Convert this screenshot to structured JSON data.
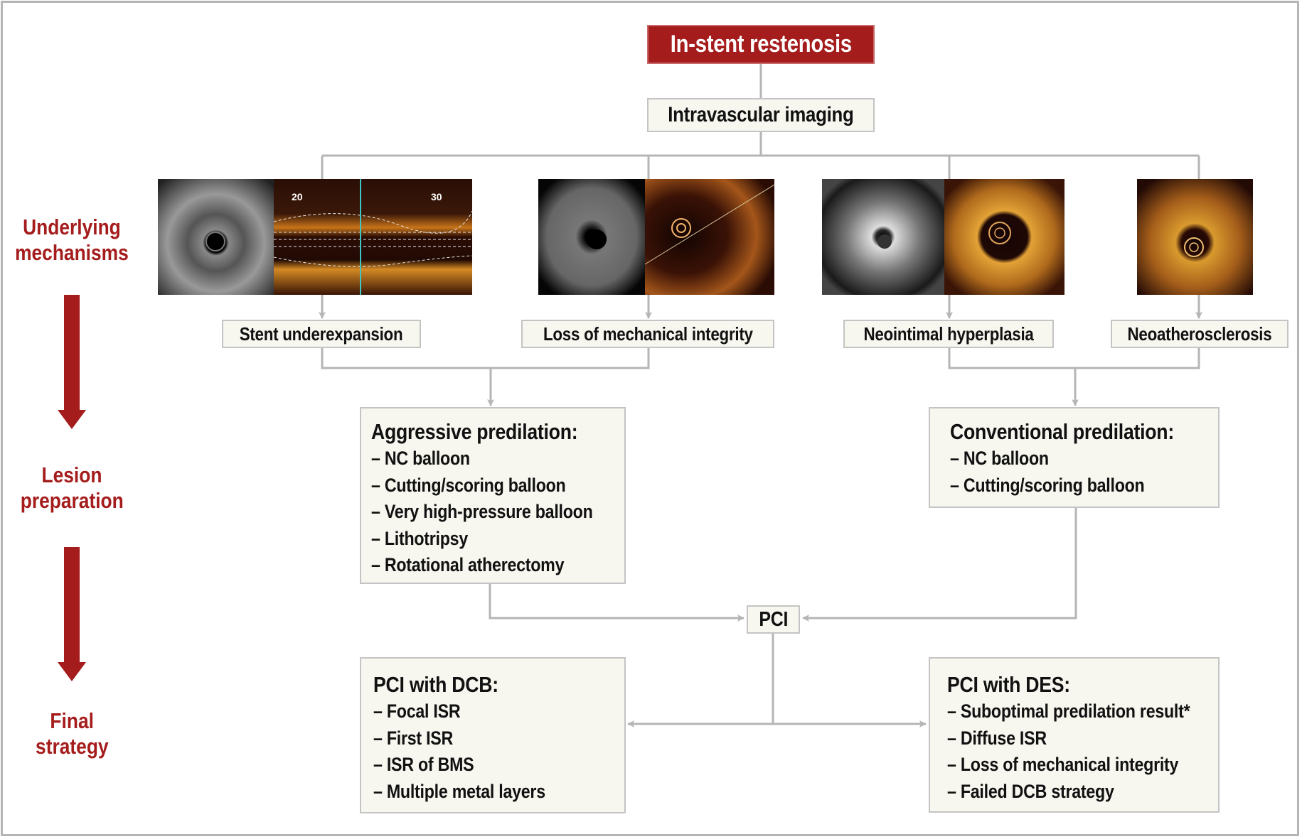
{
  "title": "In-stent restenosis",
  "imaging_step": "Intravascular imaging",
  "stages": [
    "Underlying mechanisms",
    "Lesion preparation",
    "Final strategy"
  ],
  "stage_lines": [
    [
      "Underlying",
      "mechanisms"
    ],
    [
      "Lesion",
      "preparation"
    ],
    [
      "Final",
      "strategy"
    ]
  ],
  "mechanisms": [
    {
      "label": "Stent underexpansion",
      "images": [
        "IVUS cross-section",
        "OCT longitudinal view"
      ],
      "scale_ticks": [
        "20",
        "30"
      ]
    },
    {
      "label": "Loss of mechanical integrity",
      "images": [
        "IVUS cross-section",
        "OCT cross-section"
      ]
    },
    {
      "label": "Neointimal hyperplasia",
      "images": [
        "IVUS cross-section",
        "OCT cross-section"
      ]
    },
    {
      "label": "Neoatherosclerosis",
      "images": [
        "OCT cross-section"
      ]
    }
  ],
  "preparation": {
    "aggressive": {
      "heading": "Aggressive predilation:",
      "items": [
        "– NC balloon",
        "– Cutting/scoring balloon",
        "– Very high-pressure balloon",
        "– Lithotripsy",
        "– Rotational atherectomy"
      ]
    },
    "conventional": {
      "heading": "Conventional predilation:",
      "items": [
        "– NC balloon",
        "– Cutting/scoring balloon"
      ]
    }
  },
  "pci": "PCI",
  "strategies": {
    "dcb": {
      "heading": "PCI with DCB:",
      "items": [
        "– Focal ISR",
        "– First ISR",
        "– ISR of BMS",
        "– Multiple metal layers"
      ]
    },
    "des": {
      "heading": "PCI with DES:",
      "items": [
        "– Suboptimal predilation result*",
        "– Diffuse ISR",
        "– Loss of mechanical integrity",
        "– Failed DCB strategy"
      ]
    }
  },
  "colors": {
    "accent": "#a51c1c",
    "box_fill": "#f7f6ef",
    "connector": "#b5b5b5"
  }
}
